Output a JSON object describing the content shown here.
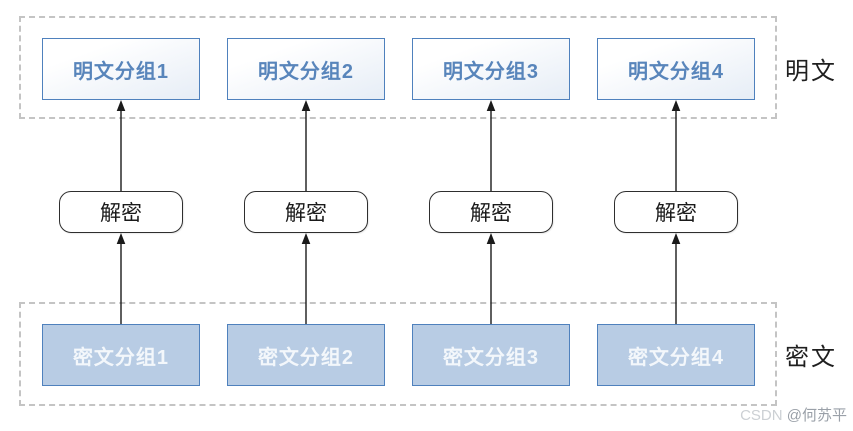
{
  "diagram": {
    "plaintext_section_label": "明文",
    "ciphertext_section_label": "密文",
    "columns": [
      {
        "plaintext": "明文分组1",
        "decrypt": "解密",
        "ciphertext": "密文分组1"
      },
      {
        "plaintext": "明文分组2",
        "decrypt": "解密",
        "ciphertext": "密文分组2"
      },
      {
        "plaintext": "明文分组3",
        "decrypt": "解密",
        "ciphertext": "密文分组3"
      },
      {
        "plaintext": "明文分组4",
        "decrypt": "解密",
        "ciphertext": "密文分组4"
      }
    ],
    "colors": {
      "box_border_blue": "#4f81bd",
      "plaintext_text_blue": "#5885bb",
      "ciphertext_fill_blue": "#b8cce4",
      "ciphertext_text": "#f3f7fb",
      "decrypt_border": "#2e2e2e",
      "dashed_container_gray": "#c4c4c4",
      "arrow_black": "#1a1a1a"
    }
  },
  "watermark": {
    "brand": "CSDN",
    "author": "@何苏平"
  }
}
